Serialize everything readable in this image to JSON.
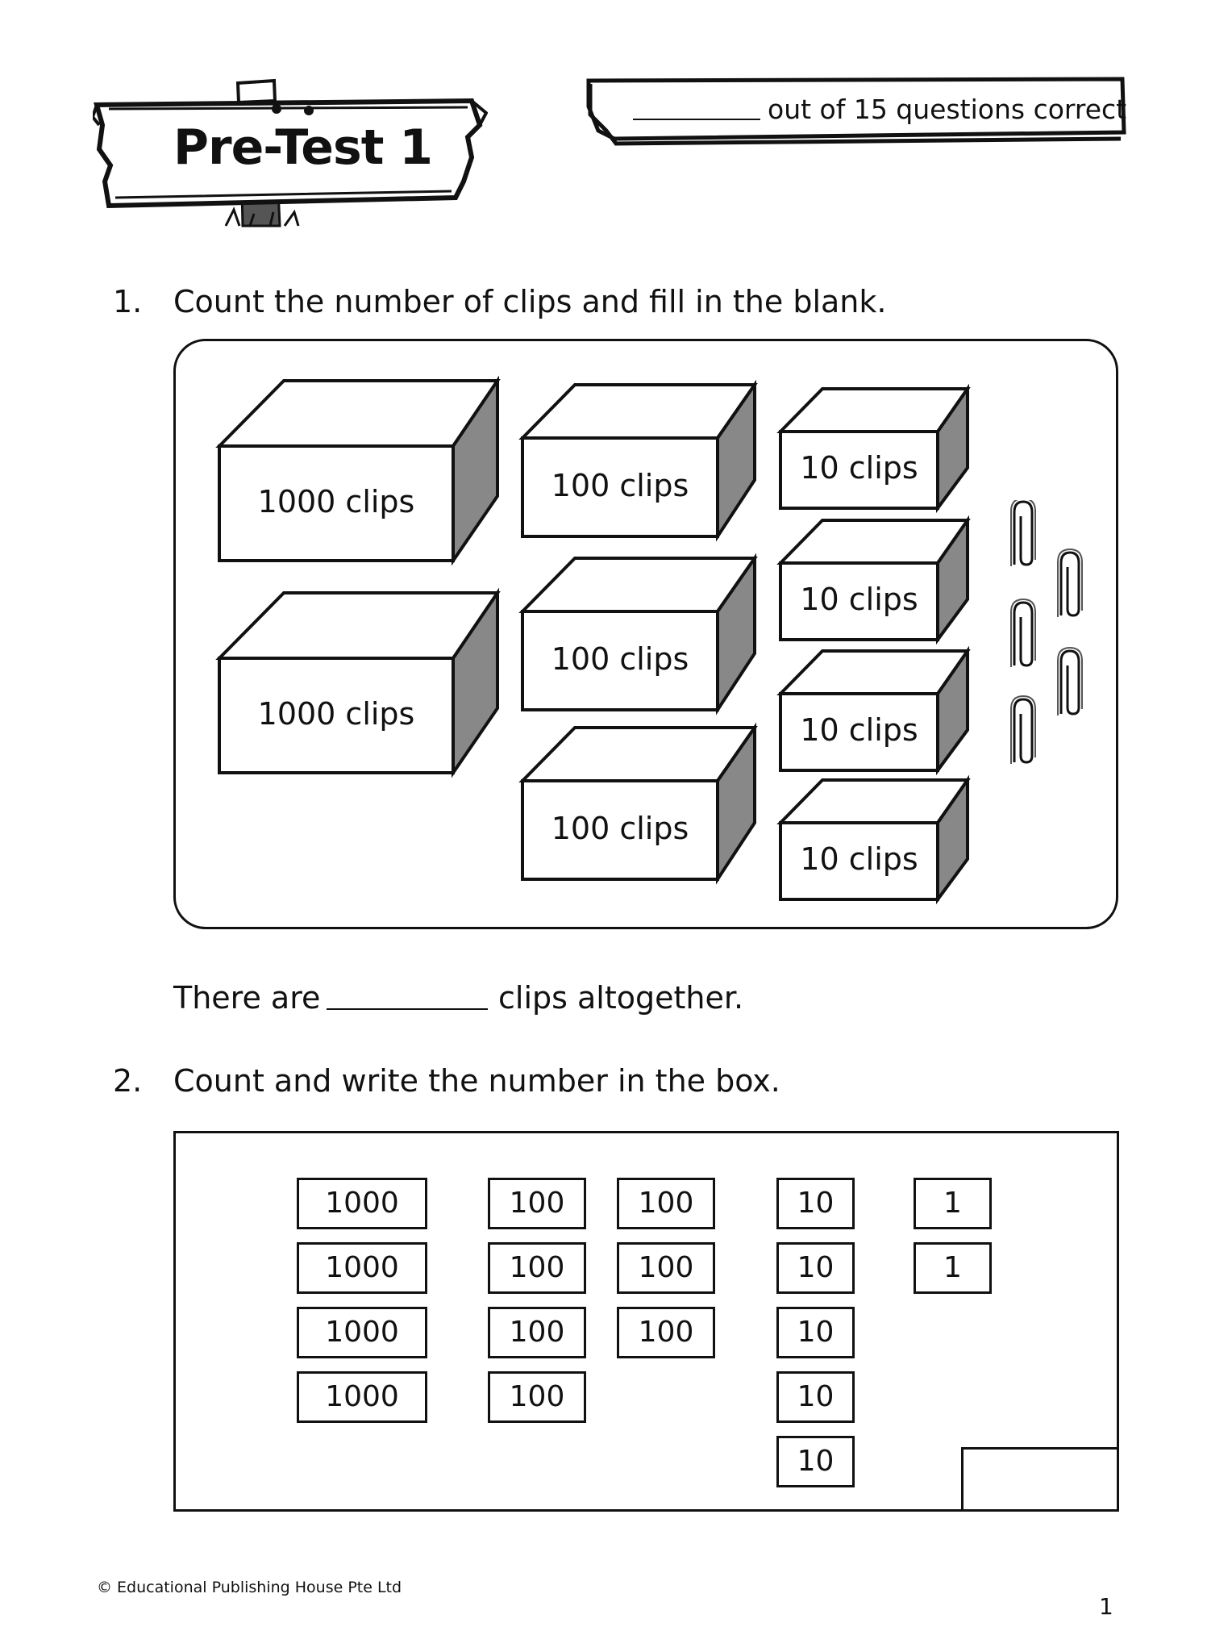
{
  "header": {
    "title": "Pre-Test 1",
    "score_text": "out of 15 questions correct"
  },
  "question1": {
    "number": "1.",
    "prompt": "Count the number of clips and fill in the blank.",
    "boxes": {
      "thousands": [
        "1000 clips",
        "1000 clips"
      ],
      "hundreds": [
        "100 clips",
        "100 clips",
        "100 clips"
      ],
      "tens": [
        "10 clips",
        "10 clips",
        "10 clips",
        "10 clips"
      ]
    },
    "loose_clip_icons": [
      "paperclip-icon",
      "paperclip-icon",
      "paperclip-icon",
      "paperclip-icon",
      "paperclip-icon"
    ],
    "answer_prefix": "There are",
    "answer_suffix": "clips altogether."
  },
  "question2": {
    "number": "2.",
    "prompt": "Count and write the number in the box.",
    "cards": {
      "thousands": [
        "1000",
        "1000",
        "1000",
        "1000"
      ],
      "hundreds_col1": [
        "100",
        "100",
        "100",
        "100"
      ],
      "hundreds_col2": [
        "100",
        "100",
        "100"
      ],
      "tens": [
        "10",
        "10",
        "10",
        "10",
        "10"
      ],
      "ones": [
        "1",
        "1"
      ]
    }
  },
  "footer": {
    "copyright": "© Educational Publishing House Pte Ltd",
    "page_number": "1"
  },
  "colors": {
    "ink": "#111111",
    "box_side_shade": "#888888",
    "background": "#ffffff"
  }
}
